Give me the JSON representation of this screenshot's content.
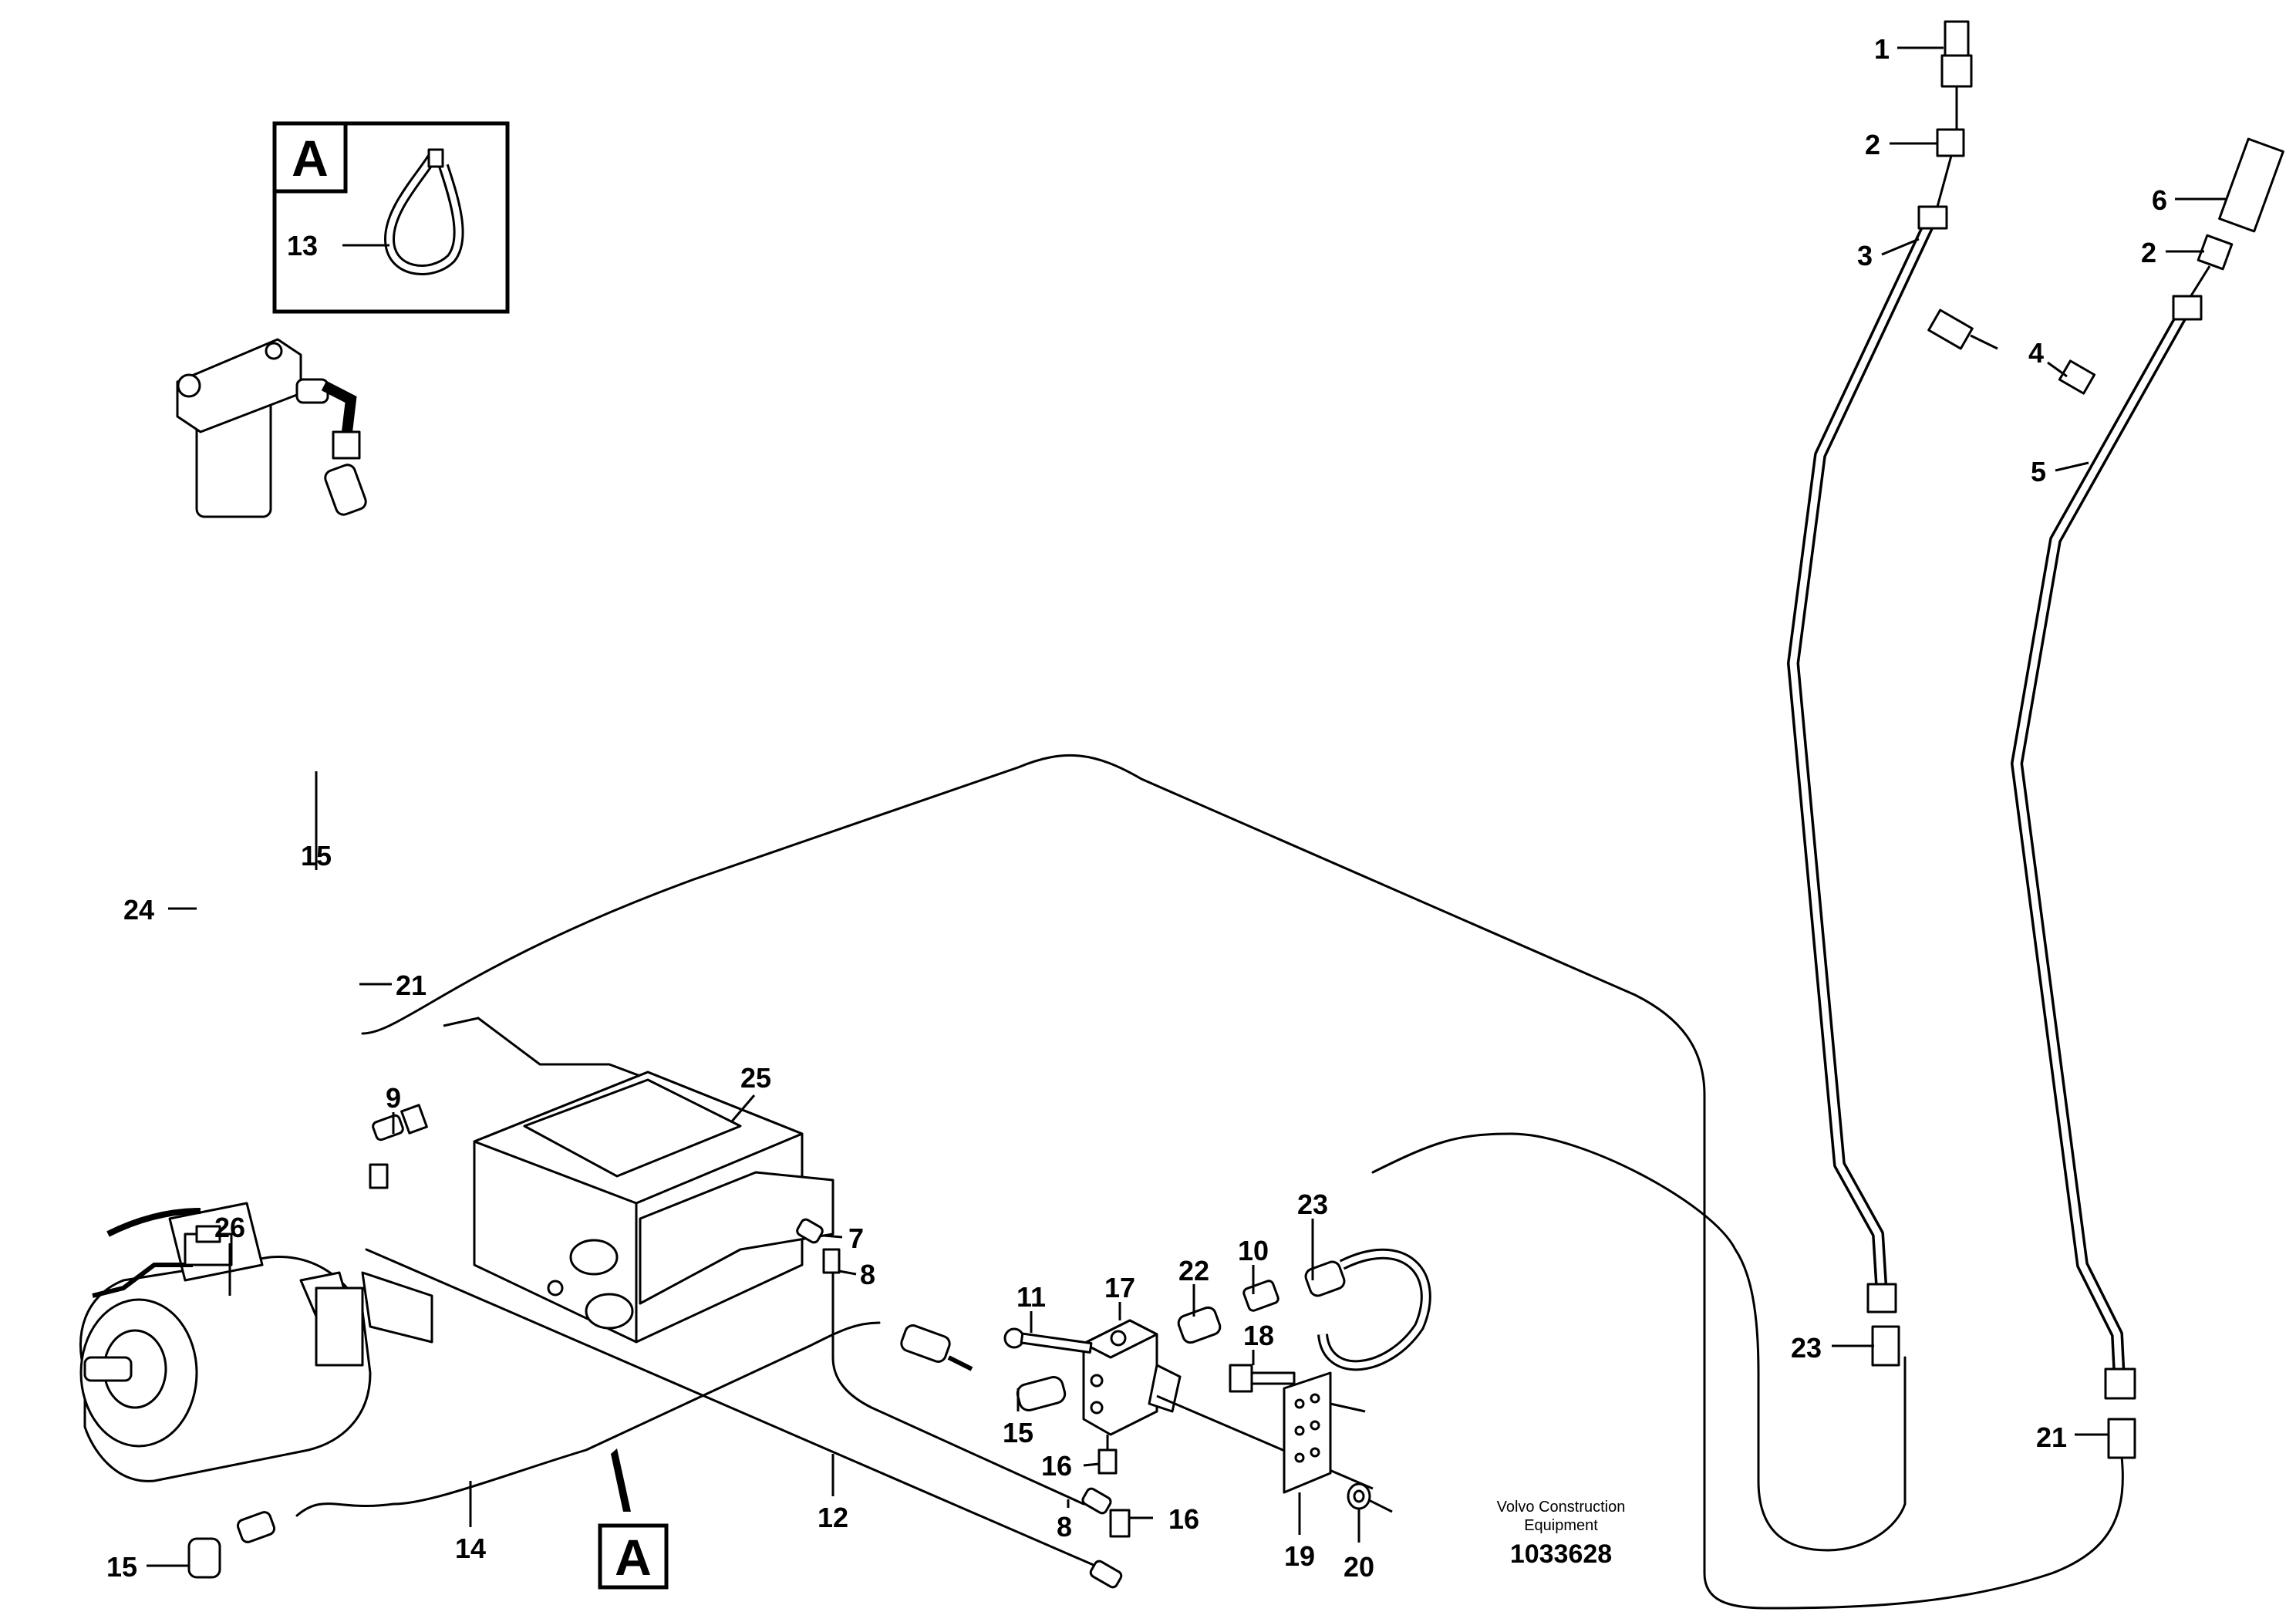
{
  "detail": {
    "letter": "A",
    "callout": "13"
  },
  "view_marker": {
    "letter": "A"
  },
  "callouts": [
    {
      "id": "c1",
      "label": "1"
    },
    {
      "id": "c2a",
      "label": "2"
    },
    {
      "id": "c3",
      "label": "3"
    },
    {
      "id": "c6",
      "label": "6"
    },
    {
      "id": "c2b",
      "label": "2"
    },
    {
      "id": "c4",
      "label": "4"
    },
    {
      "id": "c5",
      "label": "5"
    },
    {
      "id": "c15a",
      "label": "15"
    },
    {
      "id": "c21a",
      "label": "21"
    },
    {
      "id": "c24",
      "label": "24"
    },
    {
      "id": "c25",
      "label": "25"
    },
    {
      "id": "c9",
      "label": "9"
    },
    {
      "id": "c26",
      "label": "26"
    },
    {
      "id": "c7",
      "label": "7"
    },
    {
      "id": "c8a",
      "label": "8"
    },
    {
      "id": "c23a",
      "label": "23"
    },
    {
      "id": "c10",
      "label": "10"
    },
    {
      "id": "c22",
      "label": "22"
    },
    {
      "id": "c17",
      "label": "17"
    },
    {
      "id": "c11",
      "label": "11"
    },
    {
      "id": "c18",
      "label": "18"
    },
    {
      "id": "c15b",
      "label": "15"
    },
    {
      "id": "c16a",
      "label": "16"
    },
    {
      "id": "c16b",
      "label": "16"
    },
    {
      "id": "c8b",
      "label": "8"
    },
    {
      "id": "c12",
      "label": "12"
    },
    {
      "id": "c14",
      "label": "14"
    },
    {
      "id": "c15c",
      "label": "15"
    },
    {
      "id": "c19",
      "label": "19"
    },
    {
      "id": "c20",
      "label": "20"
    },
    {
      "id": "c23b",
      "label": "23"
    },
    {
      "id": "c21b",
      "label": "21"
    }
  ],
  "footer": {
    "brand_line1": "Volvo Construction",
    "brand_line2": "Equipment",
    "doc_number": "1033628"
  }
}
